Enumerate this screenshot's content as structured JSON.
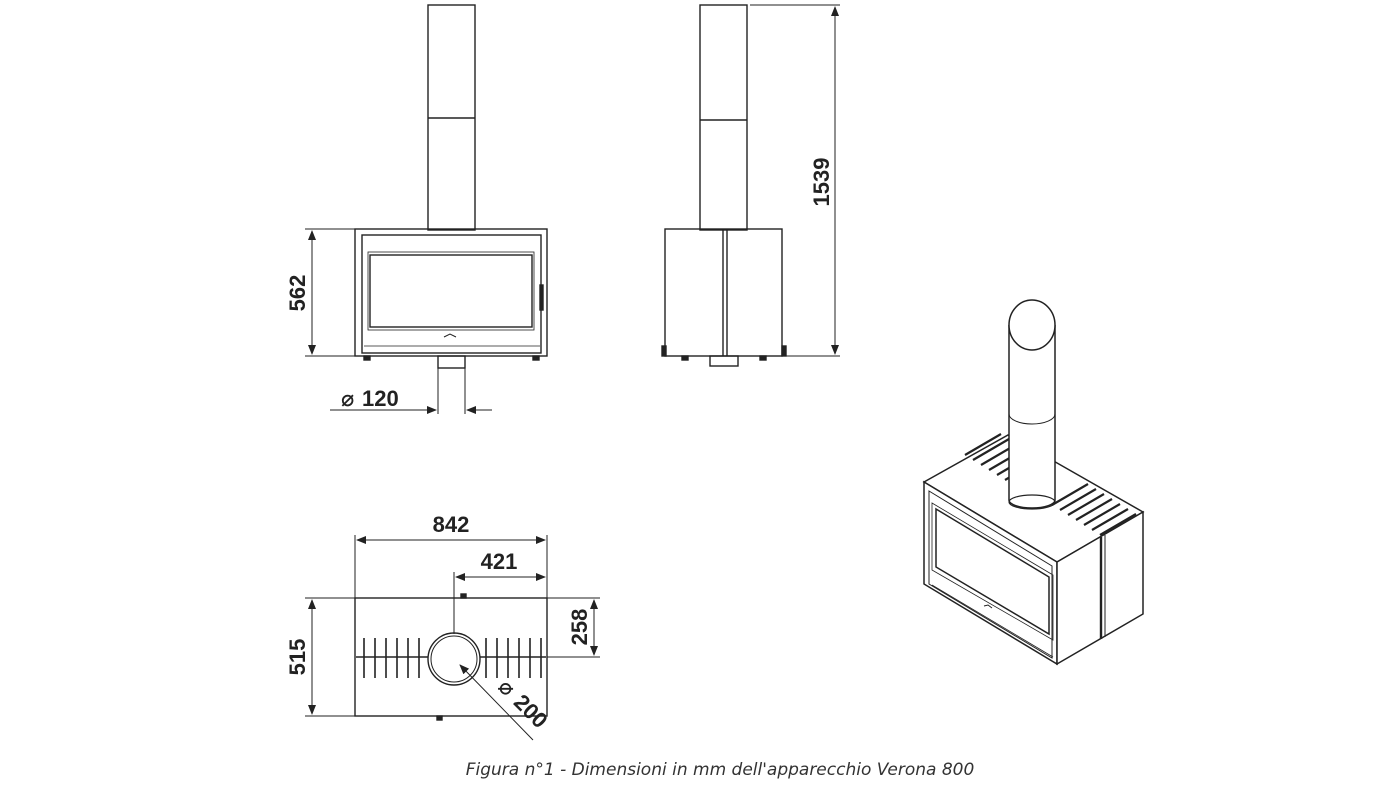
{
  "caption": "Figura n°1 - Dimensioni in mm dell'apparecchio Verona 800",
  "dimensions": {
    "front_height": "562",
    "flue_diameter": "120",
    "total_height": "1539",
    "top_width": "842",
    "half_width": "421",
    "top_depth": "515",
    "half_depth": "258",
    "collar_diameter": "200"
  },
  "symbols": {
    "diameter": "⌀"
  },
  "colors": {
    "line": "#222222",
    "stroke_light": "#444444"
  }
}
